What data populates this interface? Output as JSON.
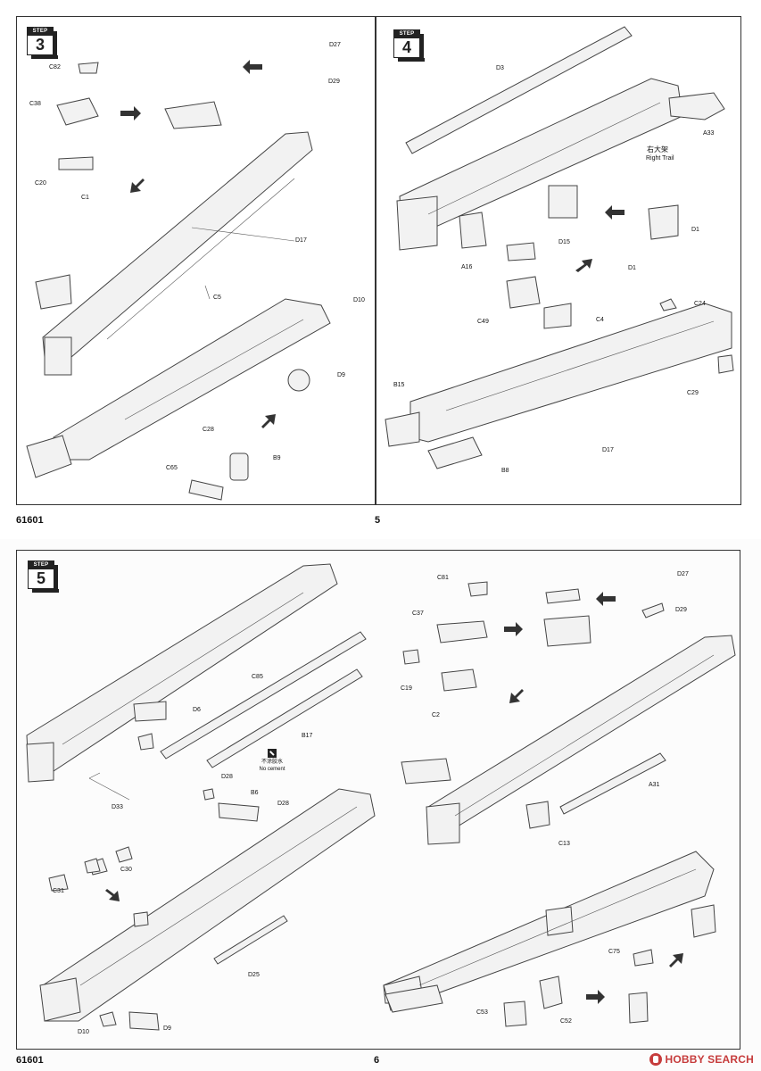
{
  "top_page": {
    "kit_code": "61601",
    "page_number": "5",
    "step3": {
      "step_word": "STEP",
      "step_number": "3",
      "parts": [
        "C82",
        "C38",
        "C20",
        "C1",
        "D27",
        "D29",
        "D17",
        "C5",
        "D10",
        "D9",
        "C28",
        "B9",
        "C65"
      ]
    },
    "step4": {
      "step_word": "STEP",
      "step_number": "4",
      "parts": [
        "D3",
        "A33",
        "D1",
        "D1",
        "D15",
        "A16",
        "C49",
        "C4",
        "C24",
        "C29",
        "B15",
        "D17",
        "B8"
      ],
      "callout_cn": "右大架",
      "callout_en": "Right Trail"
    }
  },
  "bottom_page": {
    "kit_code": "61601",
    "page_number": "6",
    "step5": {
      "step_word": "STEP",
      "step_number": "5",
      "parts": [
        "C85",
        "D6",
        "B17",
        "D33",
        "D28",
        "B6",
        "D28",
        "C30",
        "C31",
        "D25",
        "D10",
        "D9",
        "C81",
        "C37",
        "C19",
        "C2",
        "D27",
        "D29",
        "A31",
        "C13",
        "C75",
        "C53",
        "C52"
      ],
      "no_cement_cn": "不涂胶水",
      "no_cement_en": "No cement"
    }
  },
  "watermark": "HOBBY SEARCH"
}
